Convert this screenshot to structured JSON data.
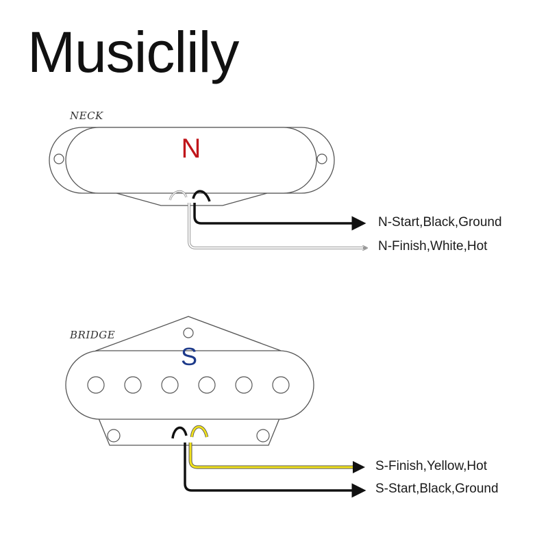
{
  "brand": "Musiclily",
  "neck": {
    "label": "NECK",
    "letter": "N",
    "letter_color": "#c0161b",
    "wires": [
      {
        "label": "N-Start,Black,Ground",
        "color": "#111111"
      },
      {
        "label": "N-Finish,White,Hot",
        "color": "#ffffff"
      }
    ]
  },
  "bridge": {
    "label": "BRIDGE",
    "letter": "S",
    "letter_color": "#1d3a8a",
    "wires": [
      {
        "label": "S-Finish,Yellow,Hot",
        "color": "#f2e21c"
      },
      {
        "label": "S-Start,Black,Ground",
        "color": "#111111"
      }
    ]
  }
}
